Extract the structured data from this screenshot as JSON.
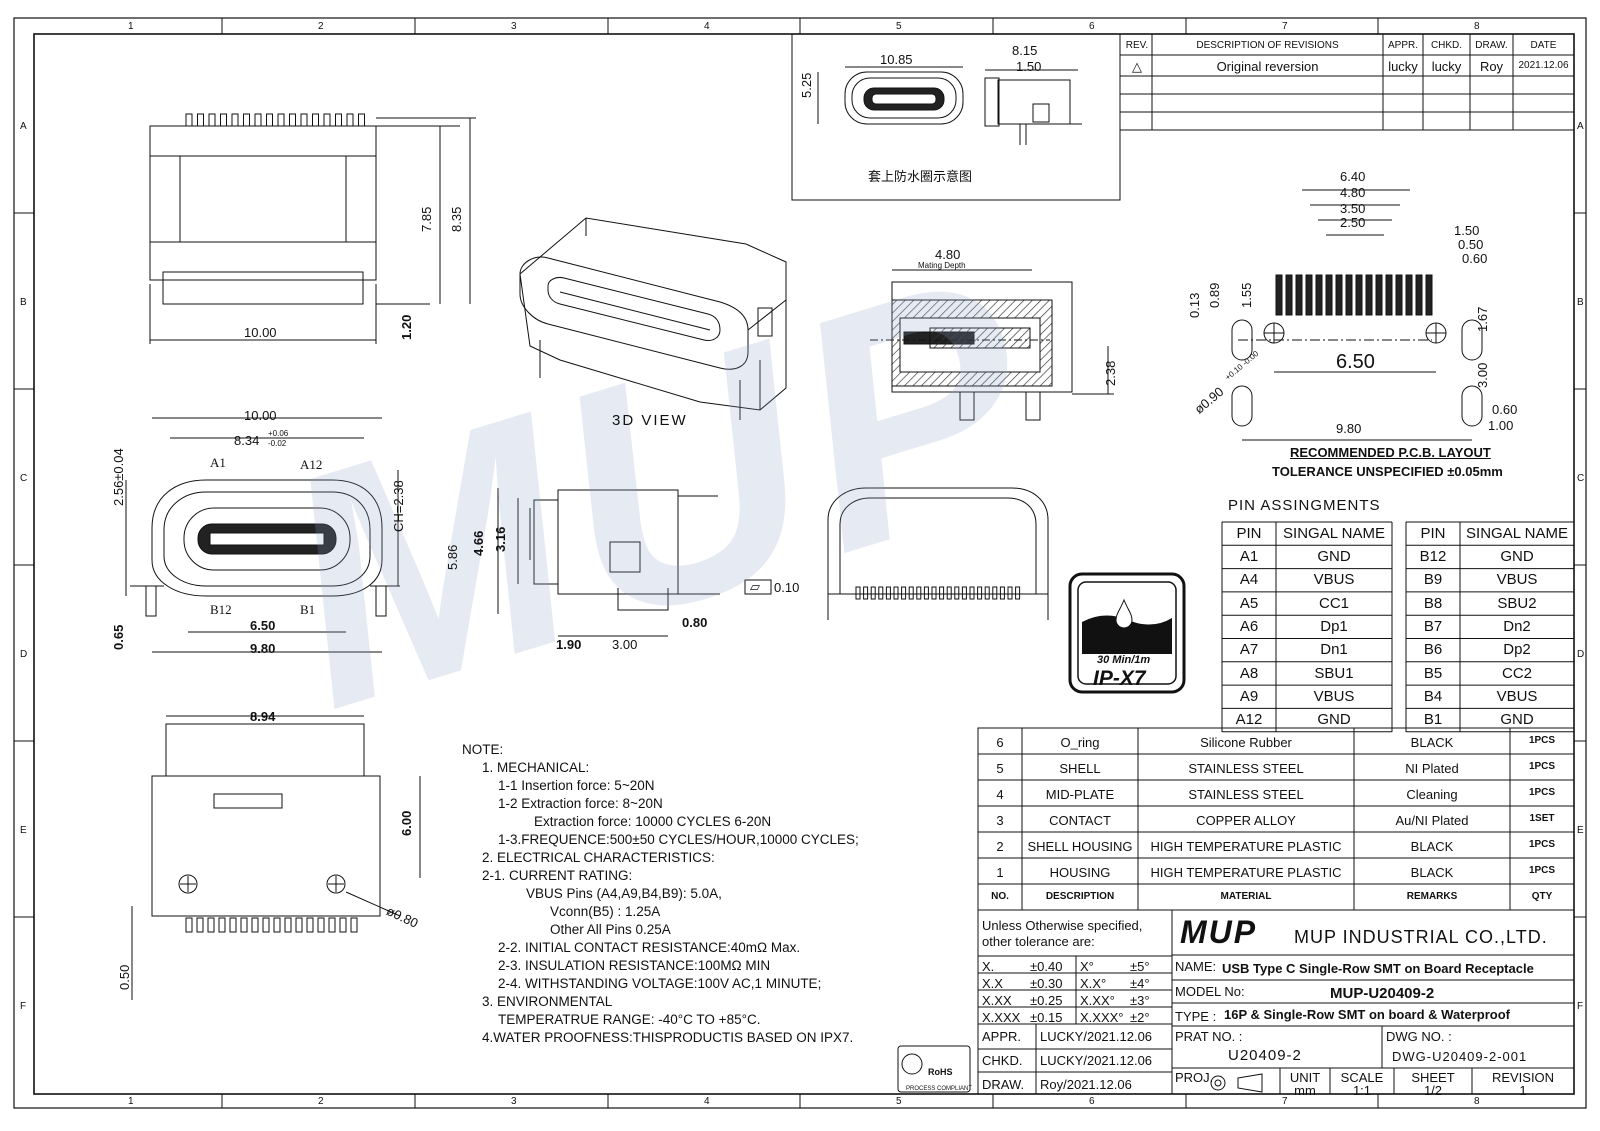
{
  "frame": {
    "columns": [
      "1",
      "2",
      "3",
      "4",
      "5",
      "6",
      "7",
      "8"
    ],
    "rows": [
      "A",
      "B",
      "C",
      "D",
      "E",
      "F"
    ]
  },
  "revision_table": {
    "headers": [
      "REV.",
      "DESCRIPTION OF REVISIONS",
      "APPR.",
      "CHKD.",
      "DRAW.",
      "DATE"
    ],
    "rows": [
      {
        "rev": "△",
        "desc": "Original reversion",
        "appr": "lucky",
        "chkd": "lucky",
        "draw": "Roy",
        "date": "2021.12.06"
      }
    ]
  },
  "waterproof_inset": {
    "dim_width": "10.85",
    "dim_height": "5.25",
    "dim_side_total": "8.15",
    "dim_side_ring": "1.50",
    "caption": "套上防水圈示意图"
  },
  "top_view": {
    "dim_width": "10.00",
    "dim_h1": "7.85",
    "dim_h2": "8.35",
    "dim_tail": "1.20"
  },
  "front_view": {
    "dim_width": "10.00",
    "dim_inner": "8.34",
    "tol_upper": "+0.06",
    "tol_lower": "-0.02",
    "dim_height": "2.56±0.04",
    "dim_ch": "CH=2.38",
    "label_a1": "A1",
    "label_a12": "A12",
    "label_b12": "B12",
    "label_b1": "B1",
    "dim_pitch": "6.50",
    "dim_bottom": "9.80",
    "dim_leg": "0.65"
  },
  "view3d_label": "3D VIEW",
  "section_view": {
    "dim_depth": "4.80",
    "depth_label": "Mating Depth",
    "dim_side": "2.38"
  },
  "side_view": {
    "dim_586": "5.86",
    "dim_466": "4.66",
    "dim_316": "3.16",
    "dim_190": "1.90",
    "dim_300": "3.00",
    "dim_080": "0.80"
  },
  "flatness": {
    "symbol": "▱",
    "value": "0.10"
  },
  "bottom_view": {
    "dim_width": "8.94",
    "dim_height": "6.00",
    "dim_hole": "ø0.80",
    "dim_050": "0.50"
  },
  "pcb_layout": {
    "dims_top": [
      "6.40",
      "4.80",
      "3.50",
      "2.50"
    ],
    "dims_right": [
      "1.50",
      "0.50",
      "0.60"
    ],
    "dim_013": "0.13",
    "dim_089": "0.89",
    "dim_155": "1.55",
    "dim_167": "1.67",
    "dim_650": "6.50",
    "dim_300": "3.00",
    "dim_hole": "ø0.90",
    "hole_tol": "+0.10 -0.00",
    "dim_980": "9.80",
    "dim_060": "0.60",
    "dim_100": "1.00",
    "title": "RECOMMENDED  P.C.B. LAYOUT",
    "tolerance": "TOLERANCE UNSPECIFIED ±0.05mm"
  },
  "pin_assignments": {
    "title": "PIN ASSINGMENTS",
    "headers": [
      "PIN",
      "SINGAL NAME"
    ],
    "left": [
      [
        "A1",
        "GND"
      ],
      [
        "A4",
        "VBUS"
      ],
      [
        "A5",
        "CC1"
      ],
      [
        "A6",
        "Dp1"
      ],
      [
        "A7",
        "Dn1"
      ],
      [
        "A8",
        "SBU1"
      ],
      [
        "A9",
        "VBUS"
      ],
      [
        "A12",
        "GND"
      ]
    ],
    "right": [
      [
        "B12",
        "GND"
      ],
      [
        "B9",
        "VBUS"
      ],
      [
        "B8",
        "SBU2"
      ],
      [
        "B7",
        "Dn2"
      ],
      [
        "B6",
        "Dp2"
      ],
      [
        "B5",
        "CC2"
      ],
      [
        "B4",
        "VBUS"
      ],
      [
        "B1",
        "GND"
      ]
    ]
  },
  "ip_badge": {
    "time": "30 Min/1m",
    "rating": "IP-X7"
  },
  "bom": {
    "rows": [
      [
        "6",
        "O_ring",
        "Silicone Rubber",
        "BLACK",
        "1PCS"
      ],
      [
        "5",
        "SHELL",
        "STAINLESS STEEL",
        "NI Plated",
        "1PCS"
      ],
      [
        "4",
        "MID-PLATE",
        "STAINLESS STEEL",
        "Cleaning",
        "1PCS"
      ],
      [
        "3",
        "CONTACT",
        "COPPER ALLOY",
        "Au/NI Plated",
        "1SET"
      ],
      [
        "2",
        "SHELL HOUSING",
        "HIGH TEMPERATURE PLASTIC",
        "BLACK",
        "1PCS"
      ],
      [
        "1",
        "HOUSING",
        "HIGH TEMPERATURE PLASTIC",
        "BLACK",
        "1PCS"
      ]
    ],
    "headers": [
      "NO.",
      "DESCRIPTION",
      "MATERIAL",
      "REMARKS",
      "QTY"
    ]
  },
  "notes": [
    "NOTE:",
    "1. MECHANICAL:",
    "1-1  Insertion force: 5~20N",
    "1-2  Extraction force: 8~20N",
    "Extraction force: 10000 CYCLES 6-20N",
    "1-3.FREQUENCE:500±50 CYCLES/HOUR,10000 CYCLES;",
    "2. ELECTRICAL CHARACTERISTICS:",
    "2-1. CURRENT RATING:",
    "VBUS Pins (A4,A9,B4,B9): 5.0A,",
    "Vconn(B5) : 1.25A",
    "Other All Pins 0.25A",
    "2-2. INITIAL CONTACT RESISTANCE:40mΩ  Max.",
    "2-3. INSULATION RESISTANCE:100MΩ  MIN",
    "2-4. WITHSTANDING VOLTAGE:100V AC,1 MINUTE;",
    "3. ENVIRONMENTAL",
    "TEMPERATRUE RANGE: -40°C TO +85°C.",
    "4.WATER PROOFNESS:THISPRODUCTIS BASED ON IPX7."
  ],
  "tolerances": {
    "intro1": "Unless Otherwise specified,",
    "intro2": "other tolerance are:",
    "rows": [
      [
        "X.",
        "±0.40",
        "X°",
        "±5°"
      ],
      [
        "X.X",
        "±0.30",
        "X.X°",
        "±4°"
      ],
      [
        "X.XX",
        "±0.25",
        "X.XX°",
        "±3°"
      ],
      [
        "X.XXX",
        "±0.15",
        "X.XXX°",
        "±2°"
      ]
    ]
  },
  "approvals": [
    [
      "APPR.",
      "LUCKY/2021.12.06"
    ],
    [
      "CHKD.",
      "LUCKY/2021.12.06"
    ],
    [
      "DRAW.",
      "Roy/2021.12.06"
    ]
  ],
  "title_block": {
    "logo": "MUP",
    "company": "MUP INDUSTRIAL CO.,LTD.",
    "name_label": "NAME:",
    "name": "USB Type C  Single-Row SMT on Board Receptacle",
    "model_label": "MODEL No:",
    "model": "MUP-U20409-2",
    "type_label": "TYPE :",
    "type": "16P & Single-Row SMT on board & Waterproof",
    "part_label": "PRAT NO. :",
    "part": "U20409-2",
    "dwg_label": "DWG NO. :",
    "dwg": "DWG-U20409-2-001",
    "proj_label": "PROJ.",
    "unit_label": "UNIT",
    "unit": "mm",
    "scale_label": "SCALE",
    "scale": "1:1",
    "sheet_label": "SHEET",
    "sheet": "1/2",
    "revision_label": "REVISION",
    "revision": "1"
  },
  "rohs": {
    "label": "RoHS",
    "caption": "PROCESS COMPLIANT"
  },
  "watermark": "MUP"
}
